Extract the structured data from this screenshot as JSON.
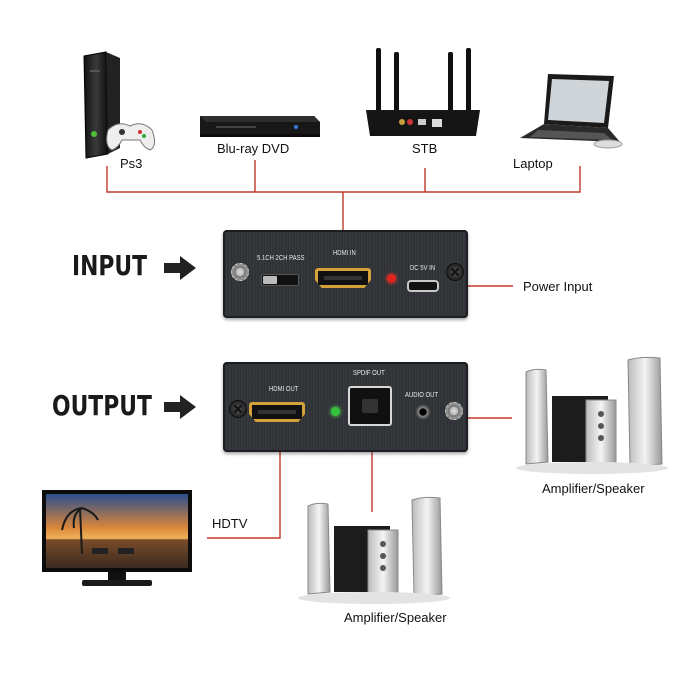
{
  "sources": {
    "ps3_label": "Ps3",
    "bluray_label": "Blu-ray DVD",
    "stb_label": "STB",
    "laptop_label": "Laptop"
  },
  "input_section": {
    "title": "INPUT",
    "switch_label": "5.1CH  2CH PASS",
    "hdmi_in_label": "HDMI IN",
    "dc_label": "DC 5V IN",
    "power_label": "Power Input"
  },
  "output_section": {
    "title": "OUTPUT",
    "hdmi_out_label": "HDMI OUT",
    "spdif_label": "SPDIF OUT",
    "audio_out_label": "AUDIO OUT"
  },
  "destinations": {
    "hdtv_label": "HDTV",
    "amp_right_label": "Amplifier/Speaker",
    "amp_bottom_label": "Amplifier/Speaker"
  },
  "colors": {
    "wire": "#c0392b",
    "hdmi_gold": "#d4a23a",
    "led_red": "#e0241b",
    "led_green": "#35c23a",
    "plate": "#33363a"
  }
}
